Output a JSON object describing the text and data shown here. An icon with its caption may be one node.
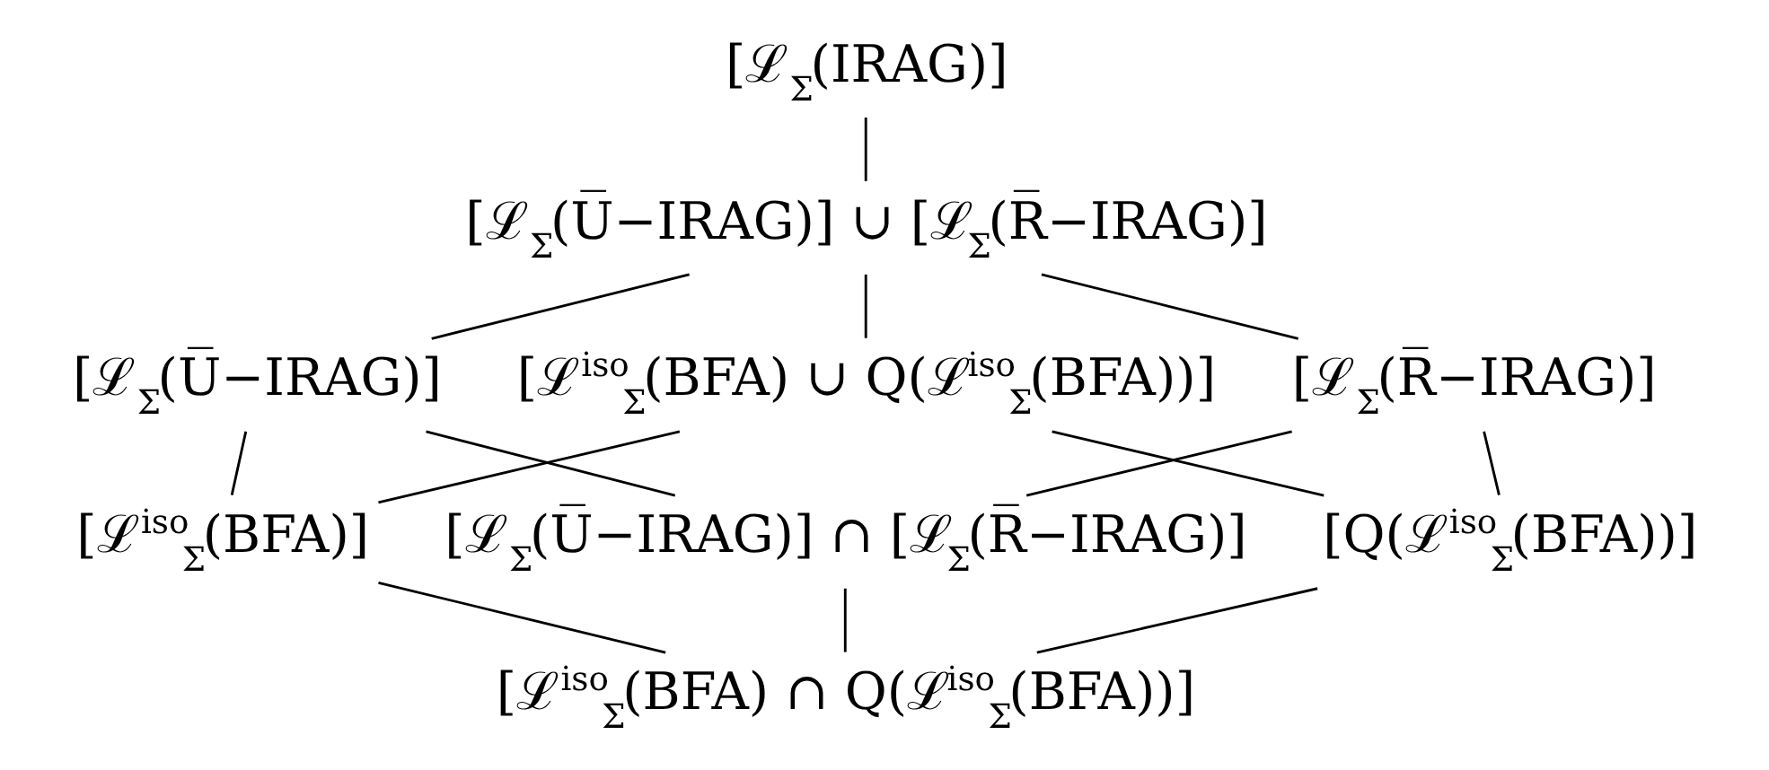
{
  "diagram": {
    "nodes": [
      {
        "text": [
          "[ℒ$_{Σ}$(IRAG)]"
        ]
      },
      {
        "text": [
          "[ℒ$_{Σ}$(U̅−IRAG)] ∪ [ℒ$_{Σ}$(R̅−IRAG)]"
        ]
      },
      {
        "text": [
          "[ℒ$_{Σ}$(U̅−IRAG)]"
        ]
      },
      {
        "text": [
          "[ℒ$^{iso}$$_{Σ}$(BFA) ∪ Q(ℒ$^{iso}$$_{Σ}$(BFA))]"
        ]
      },
      {
        "text": [
          "[ℒ$_{Σ}$(R̅−IRAG)]"
        ]
      },
      {
        "text": [
          "[ℒ$^{iso}$$_{Σ}$(BFA)]"
        ]
      },
      {
        "text": [
          "[ℒ$_{Σ}$(U̅−IRAG)] ∩ [ℒ$_{Σ}$(R̅−IRAG)]"
        ]
      },
      {
        "text": [
          "[Q(ℒ$^{iso}$$_{Σ}$(BFA))]"
        ]
      },
      {
        "text": [
          "[ℒ$^{iso}$$_{Σ}$(BFA) ∩ Q(ℒ$^{iso}$$_{Σ}$(BFA))]"
        ]
      }
    ],
    "edges": [
      {
        "from": 0,
        "to": 1,
        "arrow": "none"
      },
      {
        "from": 1,
        "to": 2,
        "arrow": "none"
      },
      {
        "from": 1,
        "to": 3,
        "arrow": "none"
      },
      {
        "from": 1,
        "to": 4,
        "arrow": "none"
      },
      {
        "from": 2,
        "to": 5,
        "arrow": "none"
      },
      {
        "from": 2,
        "to": 6,
        "arrow": "none"
      },
      {
        "from": 3,
        "to": 5,
        "arrow": "none"
      },
      {
        "from": 3,
        "to": 7,
        "arrow": "none"
      },
      {
        "from": 4,
        "to": 6,
        "arrow": "none"
      },
      {
        "from": 4,
        "to": 7,
        "arrow": "none"
      },
      {
        "from": 5,
        "to": 8,
        "arrow": "none"
      },
      {
        "from": 6,
        "to": 8,
        "arrow": "none"
      },
      {
        "from": 7,
        "to": 8,
        "arrow": "none"
      }
    ]
  }
}
